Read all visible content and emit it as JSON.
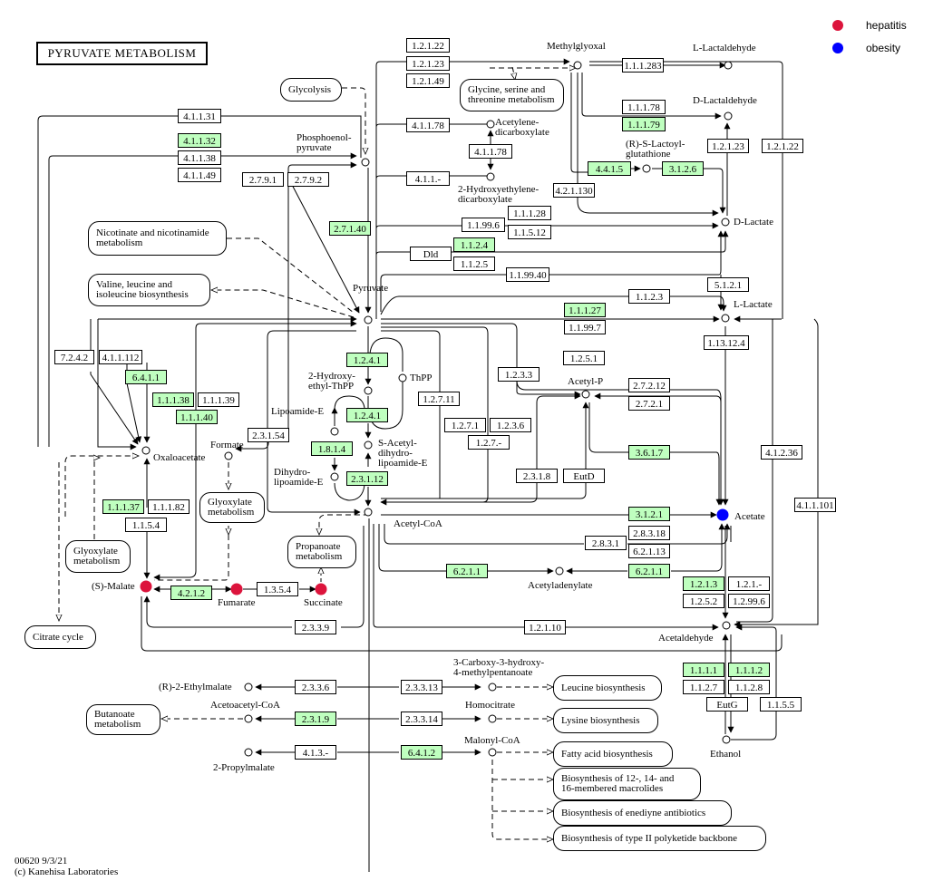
{
  "title": "PYRUVATE METABOLISM",
  "legend": [
    {
      "label": "hepatitis",
      "color": "#dc143c"
    },
    {
      "label": "obesity",
      "color": "#0000ff"
    }
  ],
  "colors": {
    "hit_enzyme_bg": "#bfffbf",
    "hepatitis": "#dc143c",
    "obesity": "#0000ff"
  },
  "footer": {
    "map_id_date": "00620 9/3/21",
    "copyright": "(c) Kanehisa Laboratories"
  },
  "enzymes": [
    {
      "id": "e1",
      "label": "1.2.1.22",
      "hit": false
    },
    {
      "id": "e2",
      "label": "1.2.1.23",
      "hit": false
    },
    {
      "id": "e3",
      "label": "1.2.1.49",
      "hit": false
    },
    {
      "id": "e4",
      "label": "1.1.1.283",
      "hit": false
    },
    {
      "id": "e5",
      "label": "4.1.1.31",
      "hit": false
    },
    {
      "id": "e6",
      "label": "4.1.1.32",
      "hit": true
    },
    {
      "id": "e7",
      "label": "4.1.1.38",
      "hit": false
    },
    {
      "id": "e8",
      "label": "4.1.1.49",
      "hit": false
    },
    {
      "id": "e9",
      "label": "4.1.1.78",
      "hit": false
    },
    {
      "id": "e10",
      "label": "4.1.1.78",
      "hit": false
    },
    {
      "id": "e11",
      "label": "4.1.1.-",
      "hit": false
    },
    {
      "id": "e12",
      "label": "2.7.9.1",
      "hit": false
    },
    {
      "id": "e13",
      "label": "2.7.9.2",
      "hit": false
    },
    {
      "id": "e14",
      "label": "1.1.1.78",
      "hit": false
    },
    {
      "id": "e15",
      "label": "1.1.1.79",
      "hit": true
    },
    {
      "id": "e16",
      "label": "4.4.1.5",
      "hit": true
    },
    {
      "id": "e17",
      "label": "3.1.2.6",
      "hit": true
    },
    {
      "id": "e18",
      "label": "1.2.1.23",
      "hit": false
    },
    {
      "id": "e19",
      "label": "1.2.1.22",
      "hit": false
    },
    {
      "id": "e20",
      "label": "4.2.1.130",
      "hit": false
    },
    {
      "id": "e21",
      "label": "2.7.1.40",
      "hit": true
    },
    {
      "id": "e22",
      "label": "1.1.99.6",
      "hit": false
    },
    {
      "id": "e23",
      "label": "1.1.1.28",
      "hit": false
    },
    {
      "id": "e24",
      "label": "1.1.5.12",
      "hit": false
    },
    {
      "id": "e25",
      "label": "Dld",
      "hit": false
    },
    {
      "id": "e26",
      "label": "1.1.2.4",
      "hit": true
    },
    {
      "id": "e27",
      "label": "1.1.2.5",
      "hit": false
    },
    {
      "id": "e28",
      "label": "1.1.99.40",
      "hit": false
    },
    {
      "id": "e29",
      "label": "5.1.2.1",
      "hit": false
    },
    {
      "id": "e30",
      "label": "1.1.2.3",
      "hit": false
    },
    {
      "id": "e31",
      "label": "1.1.1.27",
      "hit": true
    },
    {
      "id": "e32",
      "label": "1.1.99.7",
      "hit": false
    },
    {
      "id": "e33",
      "label": "1.13.12.4",
      "hit": false
    },
    {
      "id": "e34",
      "label": "7.2.4.2",
      "hit": false
    },
    {
      "id": "e35",
      "label": "4.1.1.112",
      "hit": false
    },
    {
      "id": "e36",
      "label": "6.4.1.1",
      "hit": true
    },
    {
      "id": "e37",
      "label": "1.1.1.38",
      "hit": true
    },
    {
      "id": "e38",
      "label": "1.1.1.39",
      "hit": false
    },
    {
      "id": "e39",
      "label": "1.1.1.40",
      "hit": true
    },
    {
      "id": "e40",
      "label": "1.2.4.1",
      "hit": true
    },
    {
      "id": "e41",
      "label": "1.2.4.1",
      "hit": true
    },
    {
      "id": "e42",
      "label": "1.8.1.4",
      "hit": true
    },
    {
      "id": "e43",
      "label": "2.3.1.12",
      "hit": true
    },
    {
      "id": "e44",
      "label": "2.3.1.54",
      "hit": false
    },
    {
      "id": "e45",
      "label": "1.2.7.11",
      "hit": false
    },
    {
      "id": "e46",
      "label": "1.2.3.3",
      "hit": false
    },
    {
      "id": "e47",
      "label": "1.2.5.1",
      "hit": false
    },
    {
      "id": "e48",
      "label": "1.2.7.1",
      "hit": false
    },
    {
      "id": "e49",
      "label": "1.2.3.6",
      "hit": false
    },
    {
      "id": "e50",
      "label": "1.2.7.-",
      "hit": false
    },
    {
      "id": "e51",
      "label": "2.7.2.12",
      "hit": false
    },
    {
      "id": "e52",
      "label": "2.7.2.1",
      "hit": false
    },
    {
      "id": "e53",
      "label": "3.6.1.7",
      "hit": true
    },
    {
      "id": "e54",
      "label": "2.3.1.8",
      "hit": false
    },
    {
      "id": "e55",
      "label": "EutD",
      "hit": false
    },
    {
      "id": "e56",
      "label": "4.1.2.36",
      "hit": false
    },
    {
      "id": "e57",
      "label": "4.1.1.101",
      "hit": false
    },
    {
      "id": "e58",
      "label": "1.1.1.37",
      "hit": true
    },
    {
      "id": "e59",
      "label": "1.1.1.82",
      "hit": false
    },
    {
      "id": "e60",
      "label": "1.1.5.4",
      "hit": false
    },
    {
      "id": "e61",
      "label": "3.1.2.1",
      "hit": true
    },
    {
      "id": "e62",
      "label": "2.8.3.18",
      "hit": false
    },
    {
      "id": "e63",
      "label": "2.8.3.1",
      "hit": false
    },
    {
      "id": "e64",
      "label": "6.2.1.13",
      "hit": false
    },
    {
      "id": "e65",
      "label": "6.2.1.1",
      "hit": true
    },
    {
      "id": "e66",
      "label": "6.2.1.1",
      "hit": true
    },
    {
      "id": "e67",
      "label": "4.2.1.2",
      "hit": true
    },
    {
      "id": "e68",
      "label": "1.3.5.4",
      "hit": false
    },
    {
      "id": "e69",
      "label": "1.2.1.3",
      "hit": true
    },
    {
      "id": "e70",
      "label": "1.2.1.-",
      "hit": false
    },
    {
      "id": "e71",
      "label": "1.2.5.2",
      "hit": false
    },
    {
      "id": "e72",
      "label": "1.2.99.6",
      "hit": false
    },
    {
      "id": "e73",
      "label": "2.3.3.9",
      "hit": false
    },
    {
      "id": "e74",
      "label": "1.2.1.10",
      "hit": false
    },
    {
      "id": "e75",
      "label": "1.1.1.1",
      "hit": true
    },
    {
      "id": "e76",
      "label": "1.1.1.2",
      "hit": true
    },
    {
      "id": "e77",
      "label": "1.1.2.7",
      "hit": false
    },
    {
      "id": "e78",
      "label": "1.1.2.8",
      "hit": false
    },
    {
      "id": "e79",
      "label": "EutG",
      "hit": false
    },
    {
      "id": "e80",
      "label": "1.1.5.5",
      "hit": false
    },
    {
      "id": "e81",
      "label": "2.3.3.6",
      "hit": false
    },
    {
      "id": "e82",
      "label": "2.3.3.13",
      "hit": false
    },
    {
      "id": "e83",
      "label": "2.3.1.9",
      "hit": true
    },
    {
      "id": "e84",
      "label": "2.3.3.14",
      "hit": false
    },
    {
      "id": "e85",
      "label": "4.1.3.-",
      "hit": false
    },
    {
      "id": "e86",
      "label": "6.4.1.2",
      "hit": true
    }
  ],
  "compounds": [
    {
      "id": "c_methylglyoxal",
      "label": "Methylglyoxal",
      "mark": "none"
    },
    {
      "id": "c_llactaldehyde",
      "label": "L-Lactaldehyde",
      "mark": "none"
    },
    {
      "id": "c_dlactaldehyde",
      "label": "D-Lactaldehyde",
      "mark": "none"
    },
    {
      "id": "c_rslactoyl",
      "label": "(R)-S-Lactoyl-\nglutathione",
      "mark": "none"
    },
    {
      "id": "c_pep",
      "label": "Phosphoenol-\npyruvate",
      "mark": "none"
    },
    {
      "id": "c_acetylenedicarb",
      "label": "Acetylene-\ndicarboxylate",
      "mark": "none"
    },
    {
      "id": "c_hydroxyethylenedicarb",
      "label": "2-Hydroxyethylene-\ndicarboxylate",
      "mark": "none"
    },
    {
      "id": "c_dlactate",
      "label": "D-Lactate",
      "mark": "none"
    },
    {
      "id": "c_pyruvate",
      "label": "Pyruvate",
      "mark": "none"
    },
    {
      "id": "c_llactate",
      "label": "L-Lactate",
      "mark": "none"
    },
    {
      "id": "c_hydroxyethylthpp",
      "label": "2-Hydroxy-\nethyl-ThPP",
      "mark": "none"
    },
    {
      "id": "c_thpp",
      "label": "ThPP",
      "mark": "none"
    },
    {
      "id": "c_lipoamide",
      "label": "Lipoamide-E",
      "mark": "none"
    },
    {
      "id": "c_sacetyl",
      "label": "S-Acetyl-\ndihydro-\nlipoamide-E",
      "mark": "none"
    },
    {
      "id": "c_dihydrolipoamide",
      "label": "Dihydro-\nlipoamide-E",
      "mark": "none"
    },
    {
      "id": "c_oxaloacetate",
      "label": "Oxaloacetate",
      "mark": "none"
    },
    {
      "id": "c_formate",
      "label": "Formate",
      "mark": "none"
    },
    {
      "id": "c_acetylp",
      "label": "Acetyl-P",
      "mark": "none"
    },
    {
      "id": "c_acetylcoa",
      "label": "Acetyl-CoA",
      "mark": "none"
    },
    {
      "id": "c_acetate",
      "label": "Acetate",
      "mark": "obesity"
    },
    {
      "id": "c_acetyladenylate",
      "label": "Acetyladenylate",
      "mark": "none"
    },
    {
      "id": "c_smalate",
      "label": "(S)-Malate",
      "mark": "hepatitis"
    },
    {
      "id": "c_fumarate",
      "label": "Fumarate",
      "mark": "hepatitis"
    },
    {
      "id": "c_succinate",
      "label": "Succinate",
      "mark": "hepatitis"
    },
    {
      "id": "c_acetaldehyde",
      "label": "Acetaldehyde",
      "mark": "none"
    },
    {
      "id": "c_ethanol",
      "label": "Ethanol",
      "mark": "none"
    },
    {
      "id": "c_ethylmalate",
      "label": "(R)-2-Ethylmalate",
      "mark": "none"
    },
    {
      "id": "c_acetoacetylcoa",
      "label": "Acetoacetyl-CoA",
      "mark": "none"
    },
    {
      "id": "c_propylmalate",
      "label": "2-Propylmalate",
      "mark": "none"
    },
    {
      "id": "c_carboxyhydroxy",
      "label": "3-Carboxy-3-hydroxy-\n4-methylpentanoate",
      "mark": "none"
    },
    {
      "id": "c_homocitrate",
      "label": "Homocitrate",
      "mark": "none"
    },
    {
      "id": "c_malonylcoa",
      "label": "Malonyl-CoA",
      "mark": "none"
    }
  ],
  "pathways": [
    {
      "id": "p1",
      "label": "Glycolysis"
    },
    {
      "id": "p2",
      "label": "Glycine, serine and\nthreonine metabolism"
    },
    {
      "id": "p3",
      "label": "Nicotinate and nicotinamide\nmetabolism"
    },
    {
      "id": "p4",
      "label": "Valine, leucine and\nisoleucine biosynthesis"
    },
    {
      "id": "p5",
      "label": "Glyoxylate\nmetabolism"
    },
    {
      "id": "p6",
      "label": "Glyoxylate\nmetabolism"
    },
    {
      "id": "p7",
      "label": "Propanoate\nmetabolism"
    },
    {
      "id": "p8",
      "label": "Citrate cycle"
    },
    {
      "id": "p9",
      "label": "Butanoate\nmetabolism"
    },
    {
      "id": "p10",
      "label": "Leucine biosynthesis"
    },
    {
      "id": "p11",
      "label": "Lysine biosynthesis"
    },
    {
      "id": "p12",
      "label": "Fatty acid biosynthesis"
    },
    {
      "id": "p13",
      "label": "Biosynthesis of 12-, 14- and\n16-membered macrolides"
    },
    {
      "id": "p14",
      "label": "Biosynthesis of enediyne antibiotics"
    },
    {
      "id": "p15",
      "label": "Biosynthesis of type II polyketide backbone"
    }
  ]
}
